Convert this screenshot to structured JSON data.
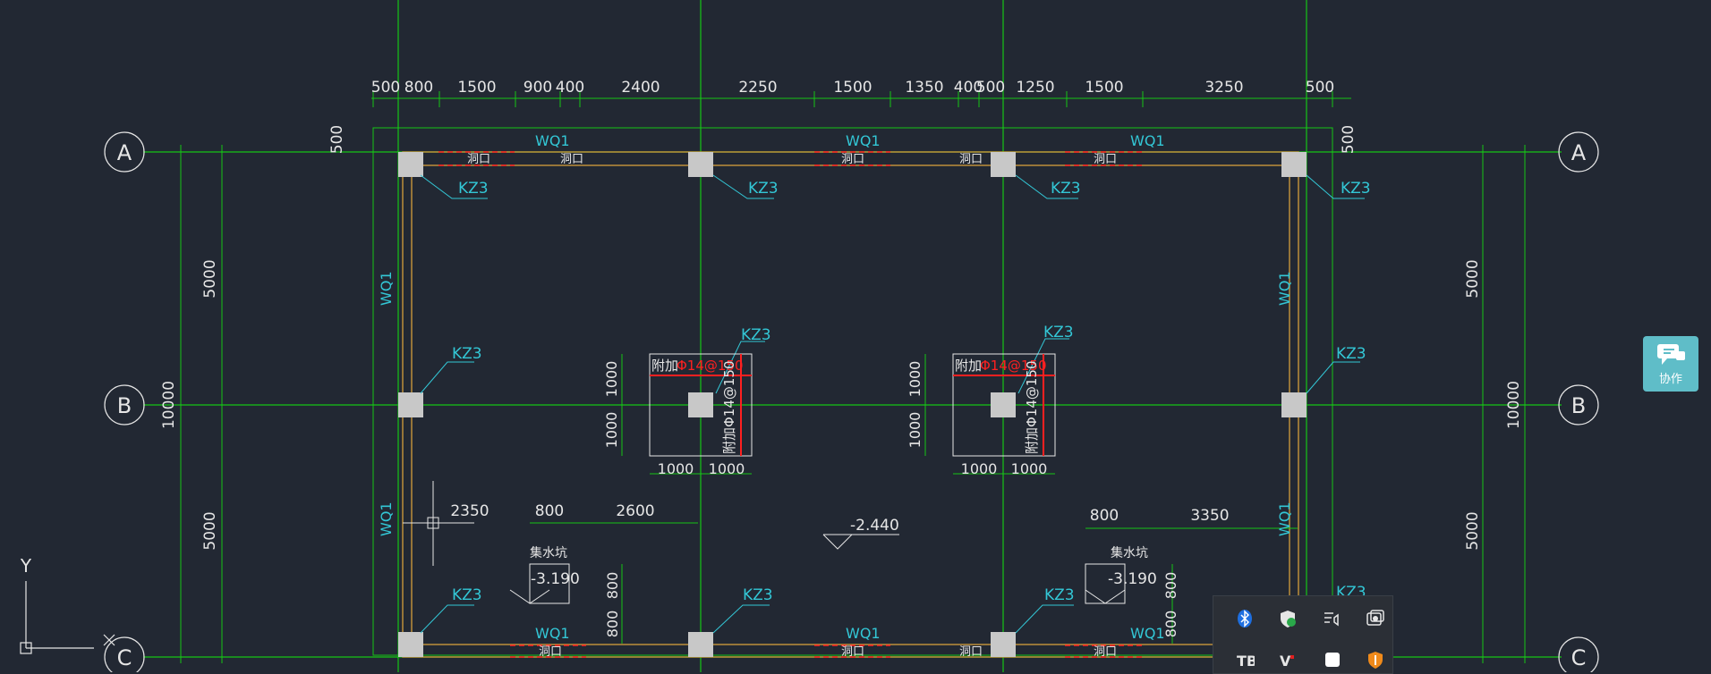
{
  "colors": {
    "background": "#222833",
    "grid_line": "#16c516",
    "text_cyan": "#33c7d6",
    "text_white": "#e6e6e6",
    "text_red": "#ff2020",
    "wall_orange": "#c8963a",
    "column_fill": "#c8c8c8"
  },
  "axes": {
    "rows": [
      "A",
      "B",
      "C"
    ]
  },
  "top_dimensions": [
    "500",
    "800",
    "1500",
    "900",
    "400",
    "2400",
    "2250",
    "1500",
    "1350",
    "400",
    "500",
    "1250",
    "1500",
    "3250",
    "500"
  ],
  "side_dimensions": {
    "top_span": "5000",
    "bottom_span": "5000",
    "total": "10000",
    "edge": "500"
  },
  "labels": {
    "wall": "WQ1",
    "column": "KZ3",
    "opening": "洞口",
    "sump": "集水坑",
    "sump_elevation": "-3.190",
    "floor_elevation": "-2.440",
    "rebar_prefix": "附加",
    "rebar_spec": "Φ14@150",
    "rebar_vertical": "附加Φ14@150",
    "pit_dim_1000": "1000",
    "pit_dim_800": "800"
  },
  "lower_dims_left": [
    "2350",
    "800",
    "2600"
  ],
  "lower_dims_right": [
    "800",
    "3350"
  ],
  "ucs": {
    "y_label": "Y"
  },
  "collab_button": {
    "label": "协作"
  },
  "tray": {
    "icons": [
      "bluetooth-icon",
      "security-shield-icon",
      "speaker-icon",
      "screen-capture-icon",
      "tb-app-icon",
      "vt-app-icon",
      "white-square-app-icon",
      "orange-shield-icon"
    ]
  }
}
